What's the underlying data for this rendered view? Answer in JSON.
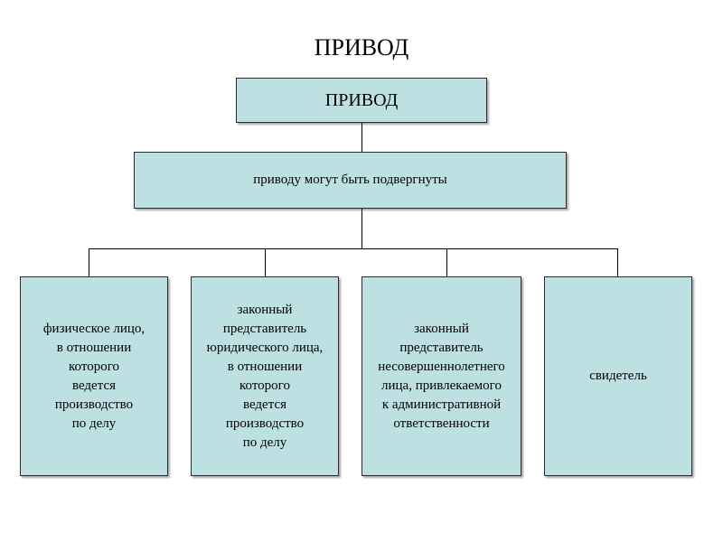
{
  "slide": {
    "title": "ПРИВОД"
  },
  "diagram": {
    "root": "ПРИВОД",
    "middle": "приводу могут быть подвергнуты",
    "leaves": [
      "физическое лицо,\nв отношении\nкоторого\nведется\nпроизводство\nпо делу",
      "законный\nпредставитель\nюридического лица,\nв отношении\nкоторого\nведется\nпроизводство\nпо делу",
      "законный\nпредставитель\nнесовершеннолетнего\nлица, привлекаемого\nк административной\nответственности",
      "свидетель"
    ]
  },
  "colors": {
    "box_fill": "#bde0e2",
    "box_border": "#2b2b2b",
    "connector": "#000000"
  }
}
